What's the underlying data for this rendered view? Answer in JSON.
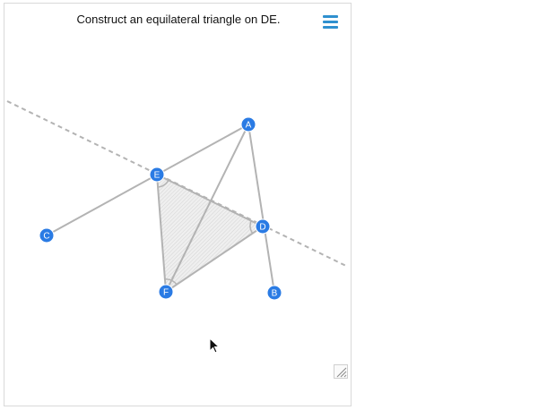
{
  "instruction": "Construct an equilateral triangle on DE.",
  "icons": {
    "menu": "hamburger-menu-icon",
    "cursor": "mouse-pointer-icon",
    "resize": "resize-handle-icon"
  },
  "colors": {
    "point": "#2a7be4",
    "line": "#b3b3b3",
    "menu": "#2f90cf",
    "triangle_fill": "#e6e6e6"
  },
  "points": [
    {
      "id": "A",
      "label": "A"
    },
    {
      "id": "B",
      "label": "B"
    },
    {
      "id": "C",
      "label": "C"
    },
    {
      "id": "D",
      "label": "D"
    },
    {
      "id": "E",
      "label": "E"
    },
    {
      "id": "F",
      "label": "F"
    }
  ]
}
